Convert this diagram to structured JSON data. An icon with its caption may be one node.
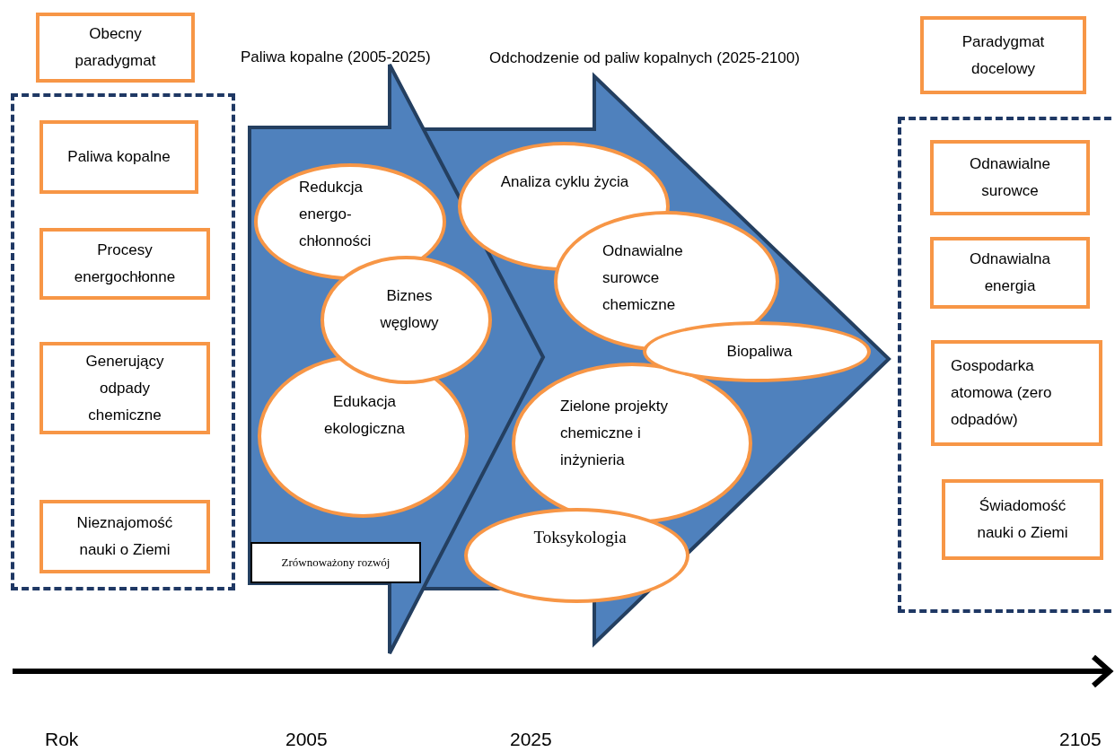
{
  "diagram": {
    "nodes": [
      {
        "text": [
          "Obecny paradygmat"
        ]
      },
      {
        "text": [],
        "shape": "box"
      },
      {
        "text": [
          "Paliwa kopalne"
        ],
        "in": 1
      },
      {
        "text": [
          "Procesy energochłonne"
        ],
        "in": 1
      },
      {
        "text": [
          "Generujący odpady chemiczne"
        ],
        "in": 1
      },
      {
        "text": [
          "Nieznajomość nauki o Ziemi"
        ],
        "in": 1
      },
      {
        "text": [
          "Paliwa kopalne (2005-2025)"
        ]
      },
      {
        "text": [
          "Redukcja energo- chłonności"
        ],
        "in": 6
      },
      {
        "text": [
          "Biznes węglowy"
        ],
        "in": 6
      },
      {
        "text": [
          "Edukacja ekologiczna"
        ],
        "in": 6
      },
      {
        "text": [
          "Zrównoważony rozwój"
        ],
        "in": 6
      },
      {
        "text": [
          "Odchodzenie od paliw kopalnych (2025-2100)"
        ]
      },
      {
        "text": [
          "Analiza cyklu życia"
        ],
        "in": 11
      },
      {
        "text": [
          "Odnawialne surowce chemiczne"
        ],
        "in": 11
      },
      {
        "text": [
          "Biopaliwa"
        ],
        "in": 11
      },
      {
        "text": [
          "Zielone projekty chemiczne i inżynieria"
        ],
        "in": 11
      },
      {
        "text": [
          "Toksykologia"
        ],
        "in": 11
      },
      {
        "text": [
          "Paradygmat docelowy"
        ]
      },
      {
        "text": [],
        "shape": "box"
      },
      {
        "text": [
          "Odnawialne surowce"
        ],
        "in": 18
      },
      {
        "text": [
          "Odnawialna energia"
        ],
        "in": 18
      },
      {
        "text": [
          "Gospodarka atomowa (zero odpadów)"
        ],
        "in": 18
      },
      {
        "text": [
          "Świadomość nauki o Ziemi"
        ],
        "in": 18
      }
    ],
    "labels": [
      "Rok",
      "2005",
      "2025",
      "2105"
    ]
  }
}
